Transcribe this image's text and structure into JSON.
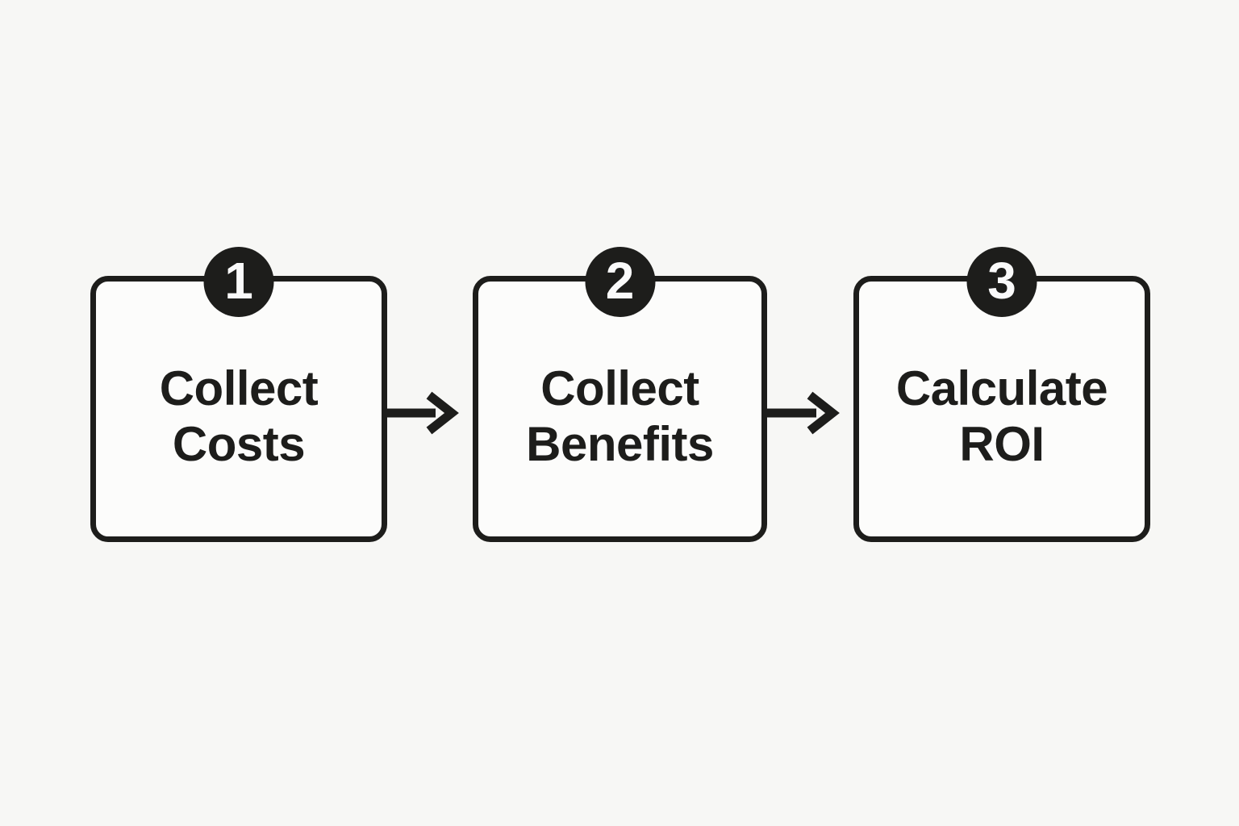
{
  "diagram": {
    "type": "flow",
    "direction": "left-to-right",
    "steps": [
      {
        "number": "1",
        "label": "Collect\nCosts"
      },
      {
        "number": "2",
        "label": "Collect\nBenefits"
      },
      {
        "number": "3",
        "label": "Calculate\nROI"
      }
    ],
    "connectors": [
      {
        "from": "1",
        "to": "2",
        "style": "arrow-right"
      },
      {
        "from": "2",
        "to": "3",
        "style": "arrow-right"
      }
    ],
    "colors": {
      "background": "#f7f7f5",
      "box_fill": "#fcfcfb",
      "ink": "#1d1d1b",
      "badge_fill": "#1d1d1b",
      "badge_text": "#fafafa"
    }
  }
}
